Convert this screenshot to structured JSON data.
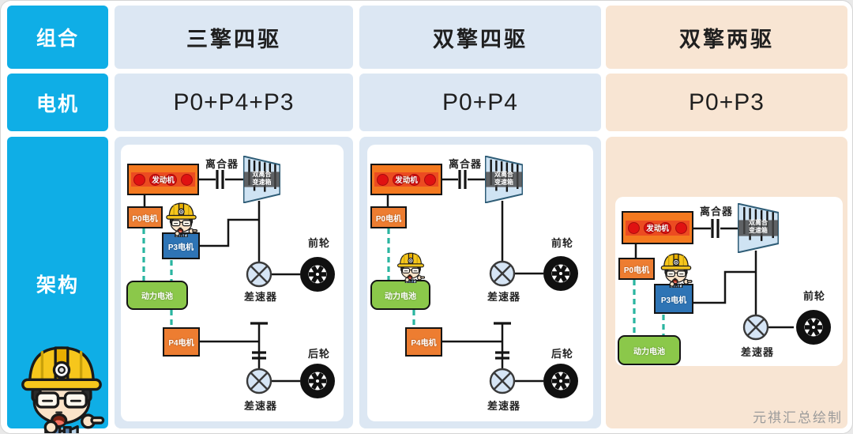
{
  "colors": {
    "accent_cyan": "#0faee6",
    "panel_blue": "#dce7f3",
    "panel_peach": "#f8e5d3",
    "engine_orange": "#f4791f",
    "motor_orange": "#ed7d31",
    "motor_blue": "#2e74b5",
    "battery_green": "#8bc84a",
    "dashed_teal": "#2ab5a0"
  },
  "table": {
    "row_headers": {
      "combo": "组合",
      "motor": "电机",
      "arch": "架构"
    },
    "columns": [
      {
        "title": "三擎四驱",
        "motors": "P0+P4+P3"
      },
      {
        "title": "双擎四驱",
        "motors": "P0+P4"
      },
      {
        "title": "双擎两驱",
        "motors": "P0+P3"
      }
    ]
  },
  "labels": {
    "engine": "发动机",
    "clutch": "离合器",
    "gearbox_line1": "双离合",
    "gearbox_line2": "变速箱",
    "p0_motor": "P0电机",
    "p3_motor": "P3电机",
    "p4_motor": "P4电机",
    "battery": "动力电池",
    "differential": "差速器",
    "front_wheel": "前轮",
    "rear_wheel": "后轮"
  },
  "watermark": "元祺汇总绘制"
}
